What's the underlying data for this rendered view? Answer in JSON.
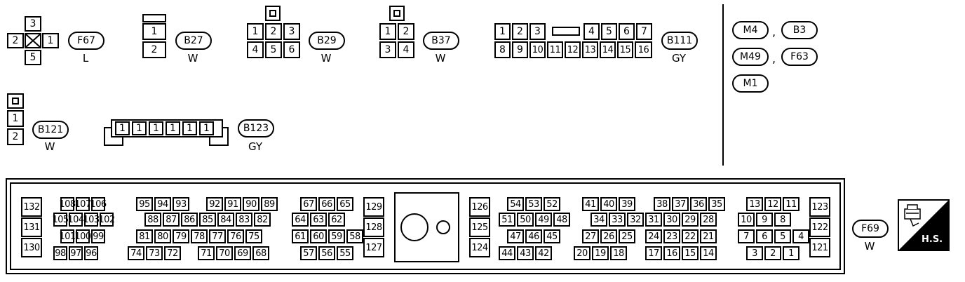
{
  "connectors": [
    {
      "id": "F67",
      "color": "L",
      "pins": [
        "3",
        "2",
        "1",
        "5"
      ]
    },
    {
      "id": "B27",
      "color": "W",
      "pins": [
        "1",
        "2"
      ]
    },
    {
      "id": "B29",
      "color": "W",
      "pins": [
        "1",
        "2",
        "3",
        "4",
        "5",
        "6"
      ]
    },
    {
      "id": "B37",
      "color": "W",
      "pins": [
        "1",
        "2",
        "3",
        "4"
      ]
    },
    {
      "id": "B111",
      "color": "GY",
      "pins": [
        "1",
        "2",
        "3",
        "4",
        "5",
        "6",
        "7",
        "8",
        "9",
        "10",
        "11",
        "12",
        "13",
        "14",
        "15",
        "16"
      ]
    },
    {
      "id": "B121",
      "color": "W",
      "pins": [
        "1",
        "2"
      ]
    },
    {
      "id": "B123",
      "color": "GY",
      "pins": [
        "1",
        "1",
        "1",
        "1",
        "1",
        "1"
      ]
    },
    {
      "id": "F69",
      "color": "W"
    }
  ],
  "notes": [
    [
      "M4",
      "B3"
    ],
    [
      "M49",
      "F63"
    ],
    [
      "M1"
    ]
  ],
  "separator": ",",
  "hs_label": "H.S."
}
